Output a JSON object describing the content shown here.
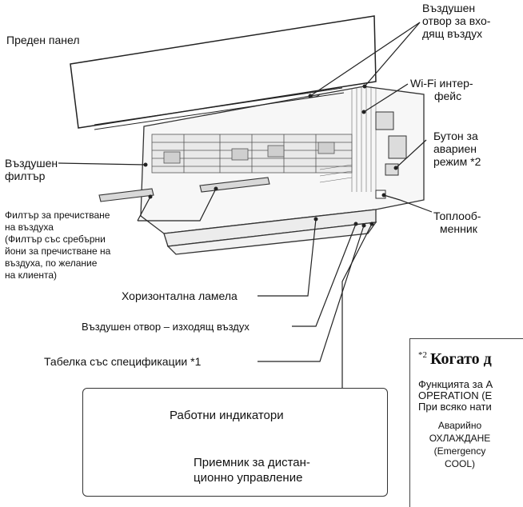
{
  "labels": {
    "front_panel": "Преден панел",
    "air_inlet": [
      "Въздушен",
      "отвор за вхо-",
      "дящ въздух"
    ],
    "wifi": [
      "Wi-Fi интер-",
      "фейс"
    ],
    "emergency_button": [
      "Бутон за",
      "авариен",
      "режим *2"
    ],
    "air_filter": [
      "Въздушен",
      "филтър"
    ],
    "purifying_filter": [
      "Филтър за пречистване",
      "на въздуха",
      "(Филтър със сребърни",
      "йони за пречистване на",
      "въздуха, по желание",
      "на клиента)"
    ],
    "heat_exchanger": [
      "Топлооб-",
      "менник"
    ],
    "horizontal_louver": "Хоризонтална ламела",
    "air_outlet": "Въздушен отвор – изходящ въздух",
    "spec_plate": "Табелка със спецификации *1",
    "indicators": "Работни индикатори",
    "receiver": [
      "Приемник за дистан-",
      "ционно управление"
    ]
  },
  "note": {
    "marker": "*2",
    "title": "Когато д",
    "lines": [
      "Функцията за А",
      "OPERATION (E",
      "При всяко нати"
    ],
    "mode": [
      "Аварийно",
      "ОХЛАЖДАНЕ",
      "(Emergency",
      "COOL)"
    ]
  },
  "colors": {
    "ink": "#111111",
    "line": "#333333",
    "panel_fill": "#ffffff",
    "grille": "#555555"
  }
}
